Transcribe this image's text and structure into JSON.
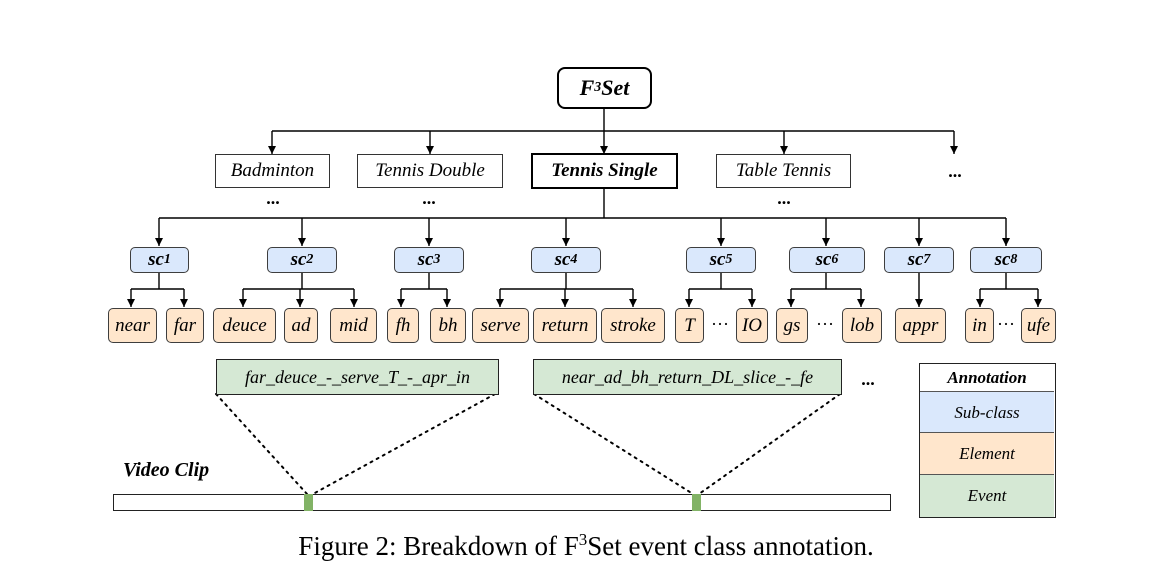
{
  "root": {
    "prefix": "F",
    "sup": "3",
    "suffix": "Set"
  },
  "sports": [
    "Badminton",
    "Tennis Double",
    "Tennis Single",
    "Table Tennis"
  ],
  "ellipsis": "...",
  "midline_ellipsis": "···",
  "subclasses": [
    {
      "base": "sc",
      "index": "1"
    },
    {
      "base": "sc",
      "index": "2"
    },
    {
      "base": "sc",
      "index": "3"
    },
    {
      "base": "sc",
      "index": "4"
    },
    {
      "base": "sc",
      "index": "5"
    },
    {
      "base": "sc",
      "index": "6"
    },
    {
      "base": "sc",
      "index": "7"
    },
    {
      "base": "sc",
      "index": "8"
    }
  ],
  "elements": {
    "sc1": [
      "near",
      "far"
    ],
    "sc2": [
      "deuce",
      "ad",
      "mid"
    ],
    "sc3": [
      "fh",
      "bh"
    ],
    "sc4": [
      "serve",
      "return",
      "stroke"
    ],
    "sc5": [
      "T",
      "IO"
    ],
    "sc6": [
      "gs",
      "lob"
    ],
    "sc7": [
      "appr"
    ],
    "sc8": [
      "in",
      "ufe"
    ]
  },
  "events": [
    "far_deuce_-_serve_T_-_apr_in",
    "near_ad_bh_return_DL_slice_-_fe"
  ],
  "legend": {
    "title": "Annotation",
    "subclass": "Sub-class",
    "element": "Element",
    "event": "Event"
  },
  "clip_label": "Video Clip",
  "caption": {
    "prefix": "Figure 2: Breakdown of F",
    "sup": "3",
    "suffix": "Set event class annotation."
  },
  "colors": {
    "subclass": "#dae8fc",
    "element": "#ffe6cc",
    "event": "#d5e8d4",
    "marker": "#82b366"
  }
}
